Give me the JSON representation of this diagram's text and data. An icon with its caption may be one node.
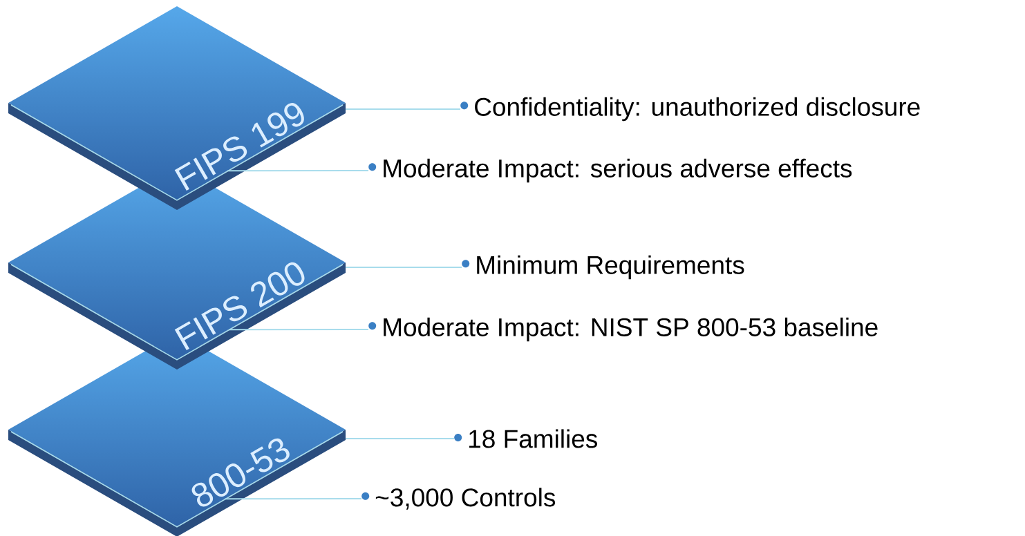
{
  "diagram": {
    "nodes": [
      {
        "text": [
          "FIPS 199"
        ]
      },
      {
        "text": [
          "FIPS 200"
        ]
      },
      {
        "text": [
          "800-53"
        ]
      },
      {
        "text": [
          "Confidentiality: unauthorized disclosure"
        ]
      },
      {
        "text": [
          "Moderate Impact: serious adverse effects"
        ]
      },
      {
        "text": [
          "Minimum Requirements"
        ]
      },
      {
        "text": [
          "Moderate Impact: NIST SP 800-53 baseline"
        ]
      },
      {
        "text": [
          "18 Families"
        ]
      },
      {
        "text": [
          "~3,000 Controls"
        ]
      }
    ],
    "edges": [
      {
        "from": 0,
        "to": 3,
        "arrow": "none"
      },
      {
        "from": 0,
        "to": 4,
        "arrow": "none"
      },
      {
        "from": 1,
        "to": 5,
        "arrow": "none"
      },
      {
        "from": 1,
        "to": 6,
        "arrow": "none"
      },
      {
        "from": 2,
        "to": 7,
        "arrow": "none"
      },
      {
        "from": 2,
        "to": 8,
        "arrow": "none"
      }
    ]
  }
}
